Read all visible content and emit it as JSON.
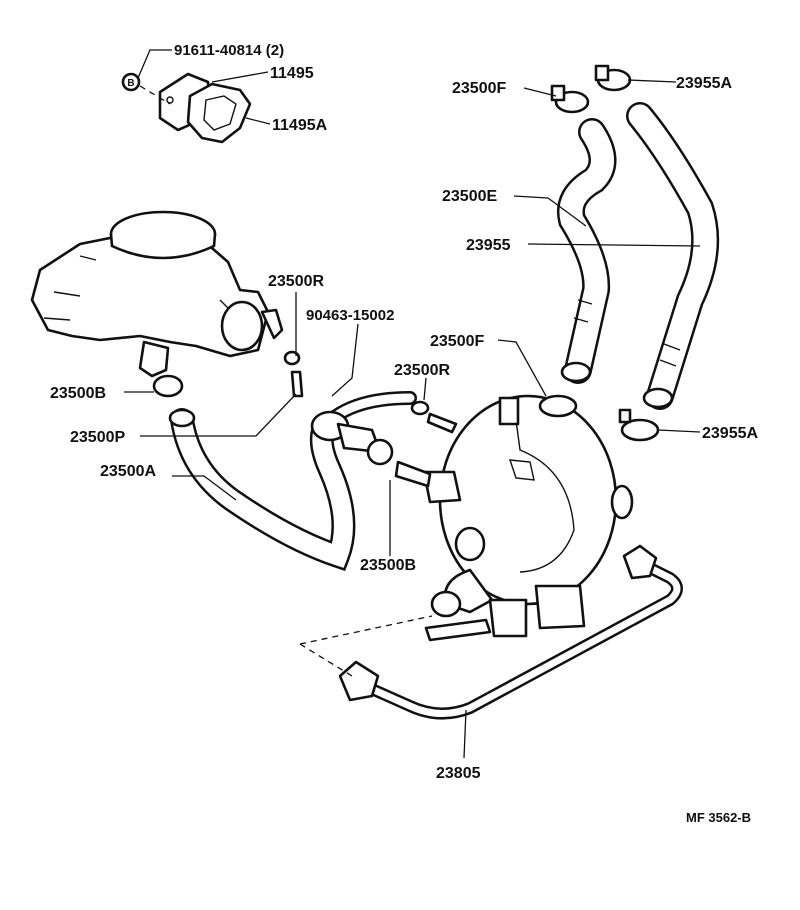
{
  "callouts": [
    {
      "id": "91611-40814",
      "text": "91611-40814 (2)"
    },
    {
      "id": "11495",
      "text": "11495"
    },
    {
      "id": "11495A",
      "text": "11495A"
    },
    {
      "id": "23500F-top",
      "text": "23500F"
    },
    {
      "id": "23955A-top",
      "text": "23955A"
    },
    {
      "id": "23500E",
      "text": "23500E"
    },
    {
      "id": "23955",
      "text": "23955"
    },
    {
      "id": "23500R-left",
      "text": "23500R"
    },
    {
      "id": "90463-15002",
      "text": "90463-15002"
    },
    {
      "id": "23500F-mid",
      "text": "23500F"
    },
    {
      "id": "23500R-mid",
      "text": "23500R"
    },
    {
      "id": "23500B-left",
      "text": "23500B"
    },
    {
      "id": "23500P",
      "text": "23500P"
    },
    {
      "id": "23955A-right",
      "text": "23955A"
    },
    {
      "id": "23500A",
      "text": "23500A"
    },
    {
      "id": "23500B-bottom",
      "text": "23500B"
    },
    {
      "id": "23805",
      "text": "23805"
    }
  ],
  "bolt_marker": "B",
  "figure_code": "MF 3562-B"
}
